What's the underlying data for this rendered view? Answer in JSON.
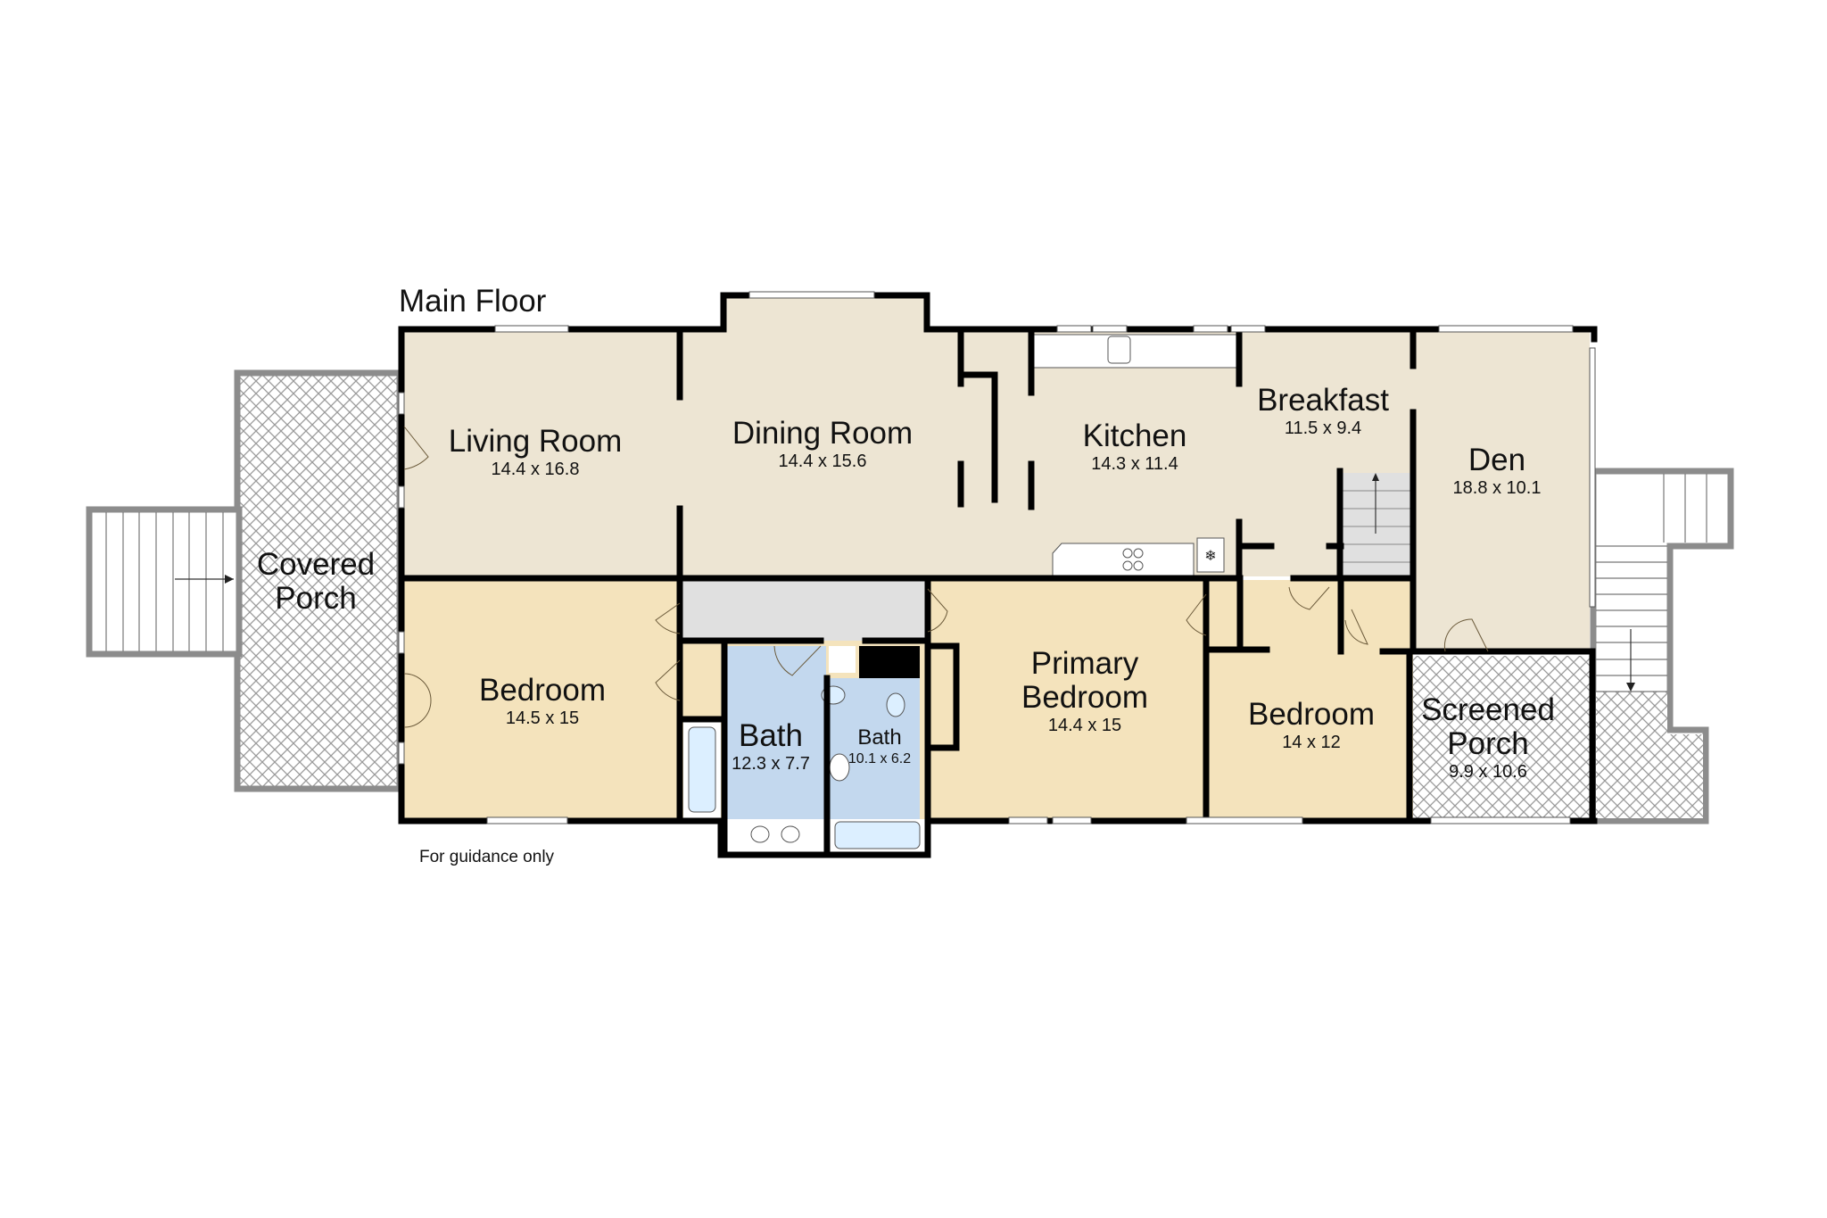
{
  "plan": {
    "title": "Main Floor",
    "note": "For guidance only",
    "colors": {
      "living_zone": "#ede5d3",
      "bedroom_zone": "#f4e3bc",
      "bath_zone": "#c3d8ee",
      "hall_zone": "#e0e0e0",
      "porch_outline": "#8c8c8c",
      "wall": "#000000"
    }
  },
  "rooms": {
    "living_room": {
      "name": "Living Room",
      "dims": "14.4 x 16.8"
    },
    "dining_room": {
      "name": "Dining Room",
      "dims": "14.4 x 15.6"
    },
    "kitchen": {
      "name": "Kitchen",
      "dims": "14.3 x 11.4"
    },
    "breakfast": {
      "name": "Breakfast",
      "dims": "11.5 x 9.4"
    },
    "den": {
      "name": "Den",
      "dims": "18.8 x 10.1"
    },
    "covered_porch": {
      "name_line1": "Covered",
      "name_line2": "Porch"
    },
    "bedroom_left": {
      "name": "Bedroom",
      "dims": "14.5 x 15"
    },
    "bath_main": {
      "name": "Bath",
      "dims": "12.3 x 7.7"
    },
    "bath_small": {
      "name": "Bath",
      "dims": "10.1 x 6.2"
    },
    "primary_bedroom": {
      "name_line1": "Primary",
      "name_line2": "Bedroom",
      "dims": "14.4 x 15"
    },
    "bedroom_right": {
      "name": "Bedroom",
      "dims": "14 x 12"
    },
    "screened_porch": {
      "name_line1": "Screened",
      "name_line2": "Porch",
      "dims": "9.9 x 10.6"
    }
  }
}
